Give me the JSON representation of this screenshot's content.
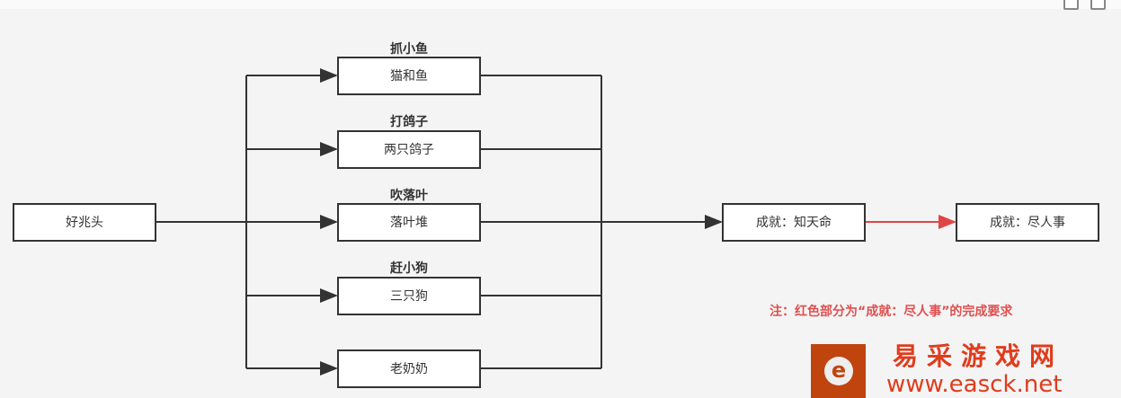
{
  "start": "好兆头",
  "branches": [
    {
      "label": "抓小鱼",
      "box": "猫和鱼"
    },
    {
      "label": "打鸽子",
      "box": "两只鸽子"
    },
    {
      "label": "吹落叶",
      "box": "落叶堆"
    },
    {
      "label": "赶小狗",
      "box": "三只狗"
    },
    {
      "label": "",
      "box": "老奶奶"
    }
  ],
  "achievement1": "成就：知天命",
  "achievement2": "成就：尽人事",
  "note": "注：红色部分为“成就：尽人事”的完成要求",
  "brand": {
    "name": "易采游戏网",
    "url": "www.easck.net",
    "logo_letter": "e"
  },
  "colors": {
    "red": "#e04545",
    "line": "#333333"
  }
}
